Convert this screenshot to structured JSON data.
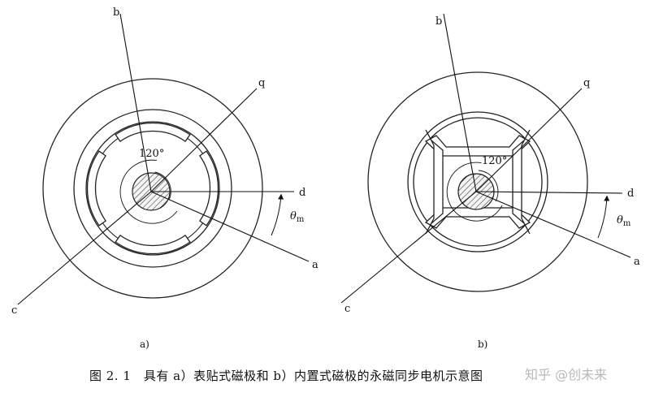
{
  "diagram_a": {
    "axis_labels": {
      "b": "b",
      "q": "q",
      "d": "d",
      "a": "a",
      "c": "c"
    },
    "angle_label": "120°",
    "theta_symbol": "θ",
    "theta_subscript": "m",
    "panel_label": "a)"
  },
  "diagram_b": {
    "axis_labels": {
      "b": "b",
      "q": "q",
      "d": "d",
      "a": "a",
      "c": "c"
    },
    "angle_label": "120°",
    "theta_symbol": "θ",
    "theta_subscript": "m",
    "panel_label": "b)"
  },
  "caption": "图 2. 1　具有 a）表贴式磁极和 b）内置式磁极的永磁同步电机示意图",
  "watermark": "知乎 @创未来"
}
